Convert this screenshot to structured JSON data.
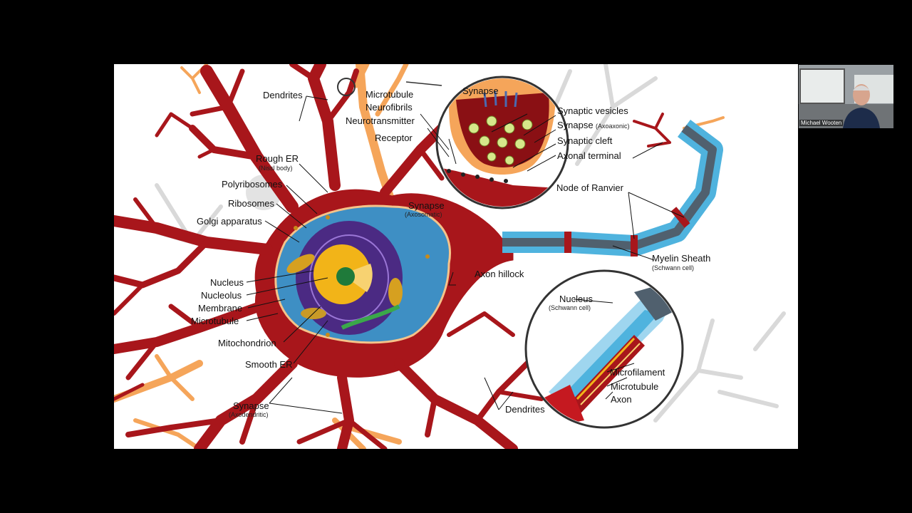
{
  "participant": {
    "name": "Michael Wooten"
  },
  "diagram": {
    "labels": {
      "dendrites_top": "Dendrites",
      "rough_er": "Rough ER",
      "rough_er_sub": "(Nissl body)",
      "polyribosomes": "Polyribosomes",
      "ribosomes": "Ribosomes",
      "golgi": "Golgi apparatus",
      "nucleus": "Nucleus",
      "nucleolus": "Nucleolus",
      "membrane": "Membrane",
      "microtubule_left": "Microtubule",
      "mitochondrion": "Mitochondrion",
      "smooth_er": "Smooth ER",
      "synapse_axodendritic": "Synapse",
      "synapse_axodendritic_sub": "(Axodendritic)",
      "synapse_axosomatic": "Synapse",
      "synapse_axosomatic_sub": "(Axosomatic)",
      "axon_hillock": "Axon hillock",
      "dendrites_bottom": "Dendrites",
      "microtubule_top": "Microtubule",
      "neurofibrils": "Neurofibrils",
      "neurotransmitter": "Neurotransmitter",
      "receptor": "Receptor",
      "synapse_inset_title": "Synapse",
      "synaptic_vesicles": "Synaptic vesicles",
      "synapse_axoaxonic": "Synapse",
      "synapse_axoaxonic_sub": "(Axoaxonic)",
      "synaptic_cleft": "Synaptic cleft",
      "axonal_terminal": "Axonal terminal",
      "node_of_ranvier": "Node of Ranvier",
      "myelin_sheath": "Myelin Sheath",
      "myelin_sheath_sub": "(Schwann cell)",
      "nucleus_schwann": "Nucleus",
      "nucleus_schwann_sub": "(Schwann cell)",
      "microfilament": "Microfilament",
      "microtubule_inset": "Microtubule",
      "axon": "Axon"
    }
  },
  "colors": {
    "neuron_body": "#a8161b",
    "cytoplasm": "#3e8fc4",
    "nucleus_purple": "#4b2a83",
    "nucleus_yellow": "#f2b418",
    "nucleolus_green": "#1f7a3a",
    "myelin_blue": "#4fb3de",
    "axon_grey": "#50606e",
    "dendrite_orange": "#f5a55a"
  }
}
